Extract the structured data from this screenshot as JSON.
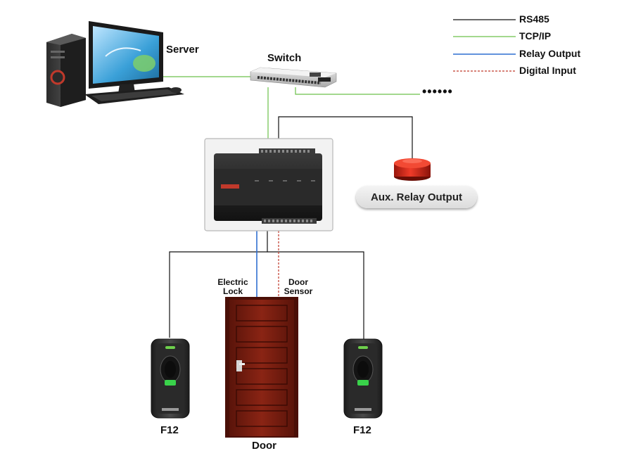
{
  "legend": [
    {
      "label": "RS485",
      "color": "#111111",
      "style": "solid"
    },
    {
      "label": "TCP/IP",
      "color": "#6cc04a",
      "style": "solid"
    },
    {
      "label": "Relay Output",
      "color": "#2f6fd0",
      "style": "solid"
    },
    {
      "label": "Digital Input",
      "color": "#c0392b",
      "style": "dashed"
    }
  ],
  "labels": {
    "server": "Server",
    "switch": "Switch",
    "aux_relay": "Aux. Relay Output",
    "electric_lock_line1": "Electric",
    "electric_lock_line2": "Lock",
    "door_sensor_line1": "Door",
    "door_sensor_line2": "Sensor",
    "reader_left": "F12",
    "reader_right": "F12",
    "door": "Door",
    "more": "••••••"
  },
  "colors": {
    "rs485": "#111111",
    "tcpip": "#6cc04a",
    "relay": "#2f6fd0",
    "digital": "#c0392b",
    "door_wood": "#7a1e12",
    "alarm_red": "#d42a1a"
  }
}
